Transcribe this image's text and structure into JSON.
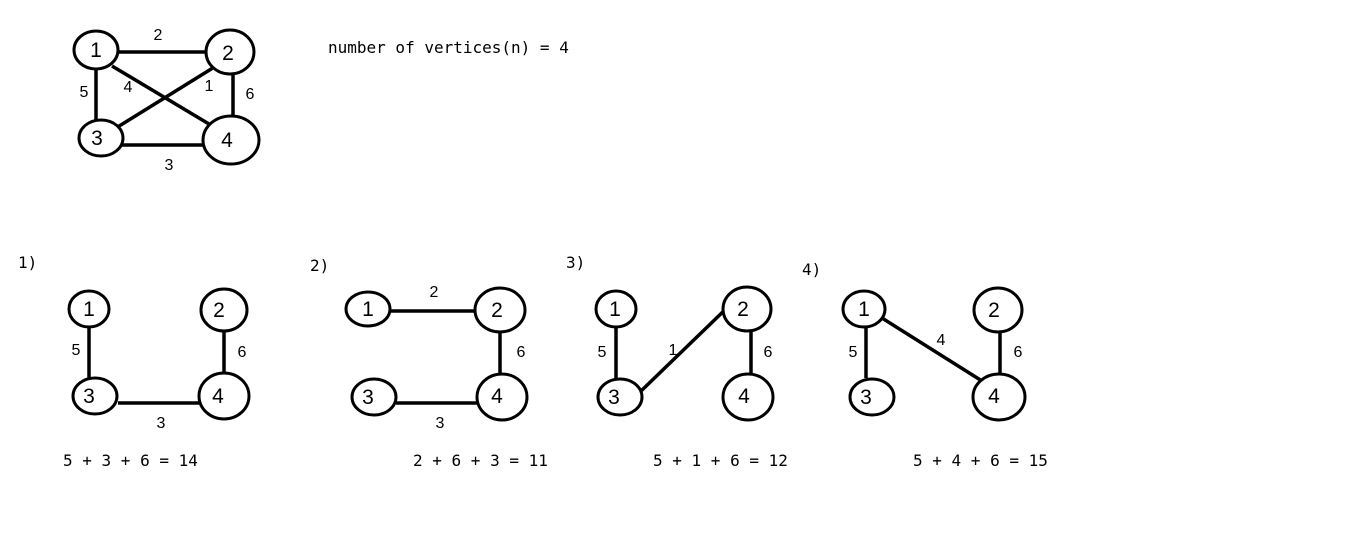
{
  "vertex_count_text": "number of vertices(n) = 4",
  "full_graph": {
    "nodes": [
      "1",
      "2",
      "3",
      "4"
    ],
    "edges": [
      {
        "id": "e12",
        "from": "1",
        "to": "2",
        "weight": "2"
      },
      {
        "id": "e13",
        "from": "1",
        "to": "3",
        "weight": "5"
      },
      {
        "id": "e14",
        "from": "1",
        "to": "4",
        "weight": "4"
      },
      {
        "id": "e23",
        "from": "2",
        "to": "3",
        "weight": "1"
      },
      {
        "id": "e24",
        "from": "2",
        "to": "4",
        "weight": "6"
      },
      {
        "id": "e34",
        "from": "3",
        "to": "4",
        "weight": "3"
      }
    ]
  },
  "paths": [
    {
      "index_label": "1)",
      "edges": [
        {
          "id": "e13",
          "weight": "5"
        },
        {
          "id": "e34",
          "weight": "3"
        },
        {
          "id": "e24",
          "weight": "6"
        }
      ],
      "sum_text": "5 + 3 + 6 = 14"
    },
    {
      "index_label": "2)",
      "edges": [
        {
          "id": "e12",
          "weight": "2"
        },
        {
          "id": "e24",
          "weight": "6"
        },
        {
          "id": "e34",
          "weight": "3"
        }
      ],
      "sum_text": "2 + 6 + 3 = 11"
    },
    {
      "index_label": "3)",
      "edges": [
        {
          "id": "e13",
          "weight": "5"
        },
        {
          "id": "e23",
          "weight": "1"
        },
        {
          "id": "e24",
          "weight": "6"
        }
      ],
      "sum_text": "5 + 1 + 6 = 12"
    },
    {
      "index_label": "4)",
      "edges": [
        {
          "id": "e13",
          "weight": "5"
        },
        {
          "id": "e14",
          "weight": "4"
        },
        {
          "id": "e24",
          "weight": "6"
        }
      ],
      "sum_text": "5 + 4 + 6 = 15"
    }
  ]
}
